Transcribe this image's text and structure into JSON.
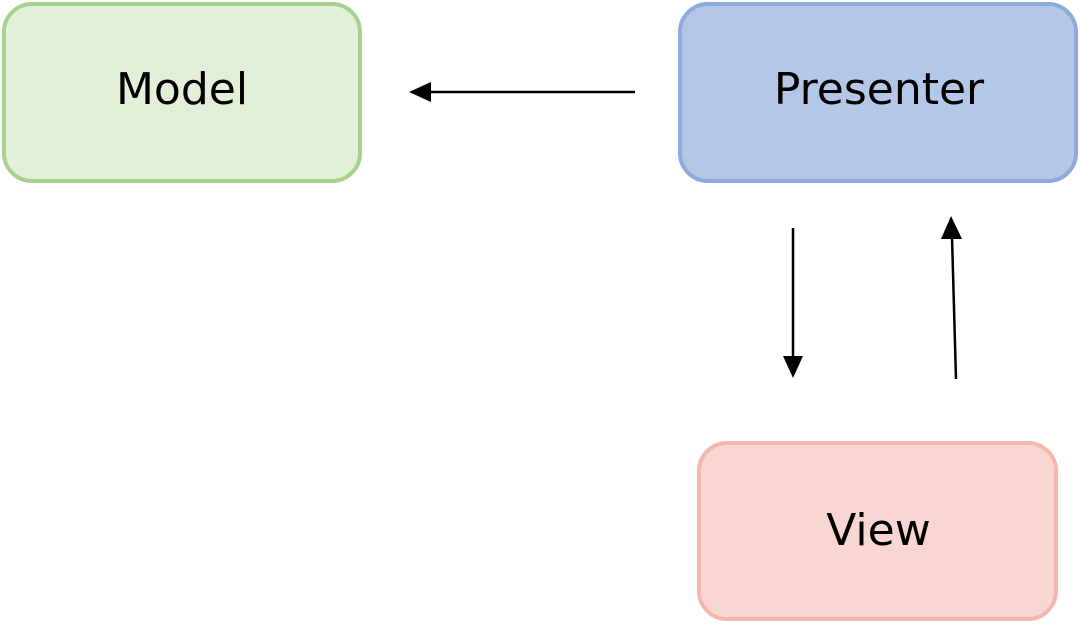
{
  "nodes": {
    "model": {
      "label": "Model",
      "fill": "#e2efd9",
      "stroke": "#a9d18e"
    },
    "presenter": {
      "label": "Presenter",
      "fill": "#b4c7e7",
      "stroke": "#8faadc"
    },
    "view": {
      "label": "View",
      "fill": "#f8d7d2",
      "stroke": "#f4b6ae"
    }
  },
  "edges": [
    {
      "from": "Presenter",
      "to": "Model"
    },
    {
      "from": "Presenter",
      "to": "View"
    },
    {
      "from": "View",
      "to": "Presenter"
    }
  ],
  "colors": {
    "arrow": "#000000",
    "background": "#ffffff"
  }
}
